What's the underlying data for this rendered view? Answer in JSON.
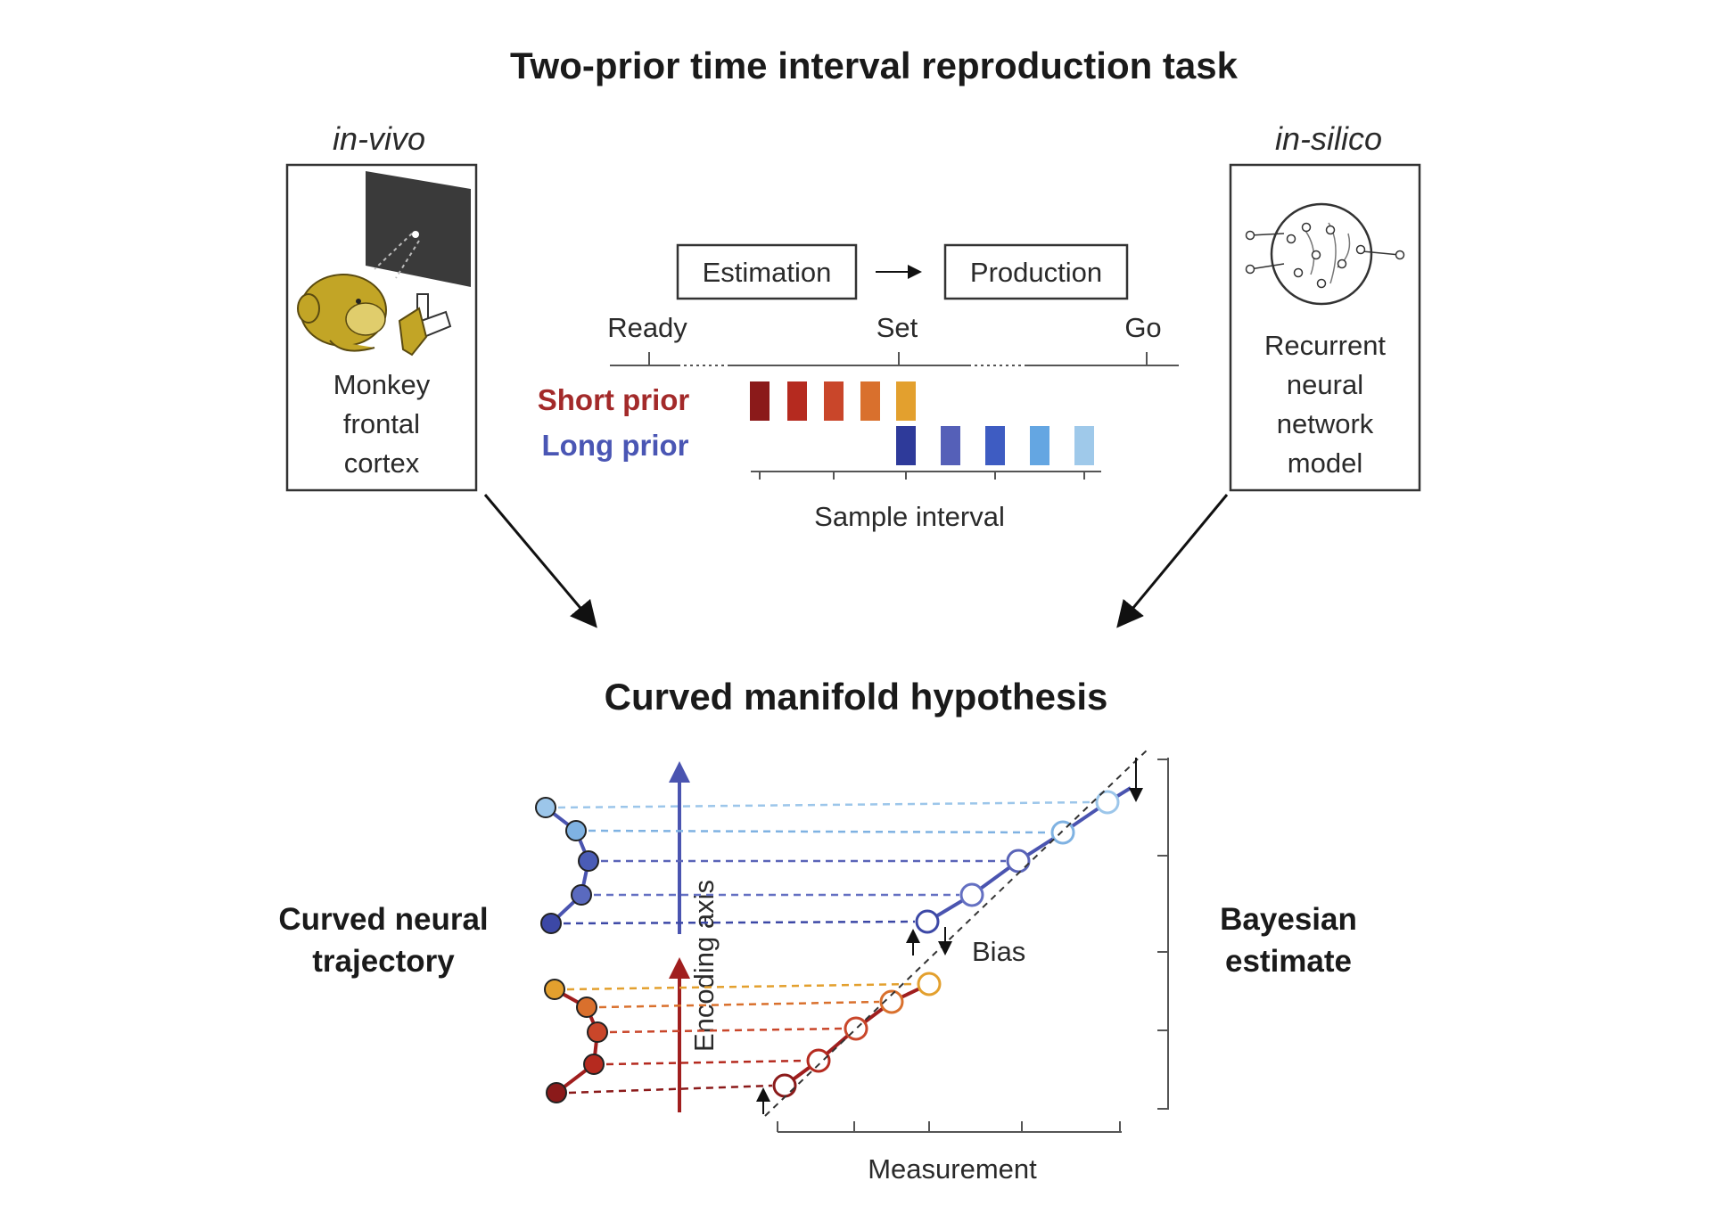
{
  "title": "Two-prior time interval reproduction task",
  "in_vivo": {
    "heading": "in-vivo",
    "label_lines": [
      "Monkey",
      "frontal",
      "cortex"
    ]
  },
  "in_silico": {
    "heading": "in-silico",
    "label_lines": [
      "Recurrent",
      "neural",
      "network",
      "model"
    ]
  },
  "task": {
    "estimation_label": "Estimation",
    "production_label": "Production",
    "ready_label": "Ready",
    "set_label": "Set",
    "go_label": "Go",
    "short_prior_label": "Short prior",
    "long_prior_label": "Long prior",
    "sample_interval_label": "Sample interval",
    "short_prior_colors": [
      "#8b1a1a",
      "#b52a1f",
      "#c9462a",
      "#d9702d",
      "#e3a02e"
    ],
    "long_prior_colors": [
      "#2e3a9a",
      "#5560b8",
      "#3e5cc2",
      "#64a6e2",
      "#9fc9ea"
    ]
  },
  "hypothesis": {
    "title": "Curved manifold hypothesis",
    "left_label_lines": [
      "Curved neural",
      "trajectory"
    ],
    "right_label_lines": [
      "Bayesian",
      "estimate"
    ],
    "encoding_axis_label": "Encoding axis",
    "bias_label": "Bias",
    "measurement_label": "Measurement",
    "short_prior_color": "#a01e1e",
    "long_prior_color": "#4a54b0"
  },
  "colors": {
    "text": "#1a1a1a",
    "short_prior_text": "#a32a2a",
    "long_prior_text": "#4a56b4",
    "monkey": "#c2a526"
  }
}
